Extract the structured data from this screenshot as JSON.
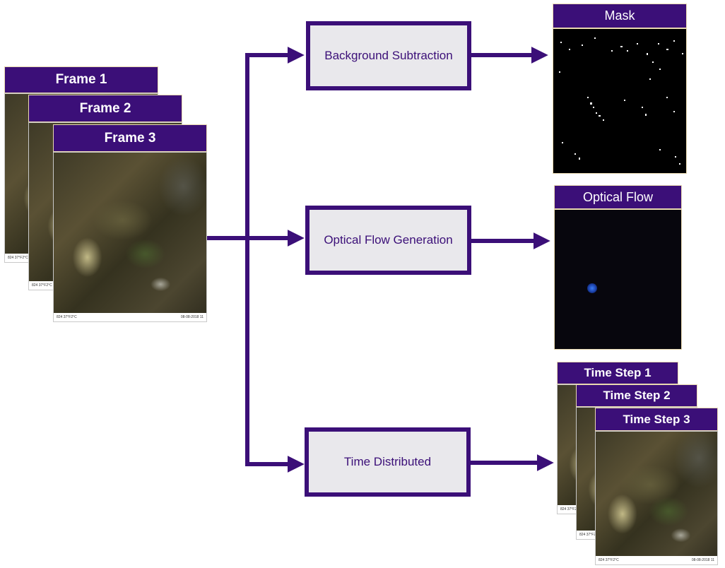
{
  "input_frames": [
    "Frame 1",
    "Frame 2",
    "Frame 3"
  ],
  "frame_strip": {
    "left": "824  37°F2°C",
    "right": "08-08-2018  11"
  },
  "processes": {
    "background_subtraction": "Background Subtraction",
    "optical_flow_generation": "Optical Flow Generation",
    "time_distributed": "Time Distributed"
  },
  "outputs": {
    "mask": "Mask",
    "optical_flow": "Optical Flow",
    "time_steps": [
      "Time Step 1",
      "Time Step 2",
      "Time Step 3"
    ]
  },
  "colors": {
    "accent": "#3b0f78",
    "box_fill": "#e9e8ec",
    "header_border": "#e9d9b0"
  }
}
